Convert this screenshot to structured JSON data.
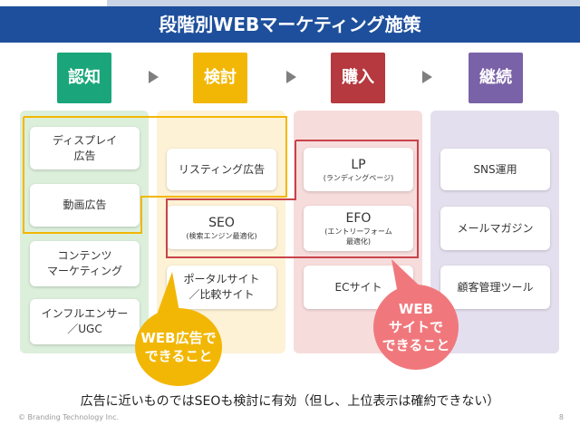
{
  "title": "段階別WEBマーケティング施策",
  "stages": [
    {
      "label": "認知",
      "color": "#1aa67a"
    },
    {
      "label": "検討",
      "color": "#f2b705"
    },
    {
      "label": "購入",
      "color": "#b5393e"
    },
    {
      "label": "継続",
      "color": "#7a62a8"
    }
  ],
  "columns": {
    "awareness": [
      {
        "label": "ディスプレイ\n広告"
      },
      {
        "label": "動画広告"
      },
      {
        "label": "コンテンツ\nマーケティング"
      },
      {
        "label": "インフルエンサー\n／UGC"
      }
    ],
    "consideration": [
      {
        "label": "リスティング広告"
      },
      {
        "label": "SEO",
        "sub": "(検索エンジン最適化)"
      },
      {
        "label": "ポータルサイト\n／比較サイト"
      }
    ],
    "purchase": [
      {
        "label": "LP",
        "sub": "(ランディングページ)"
      },
      {
        "label": "EFO",
        "sub": "(エントリーフォーム\n最適化)"
      },
      {
        "label": "ECサイト"
      }
    ],
    "retention": [
      {
        "label": "SNS運用"
      },
      {
        "label": "メールマガジン"
      },
      {
        "label": "顧客管理ツール"
      }
    ]
  },
  "callouts": {
    "web_ads": {
      "label": "WEB広告で\nできること",
      "color": "#f2b705"
    },
    "website": {
      "label": "WEB\nサイトで\nできること",
      "color": "#f0787c"
    }
  },
  "footer_note": "広告に近いものではSEOも検討に有効（但し、上位表示は確約できない）",
  "copyright": "© Branding Technology Inc.",
  "page_number": "8"
}
